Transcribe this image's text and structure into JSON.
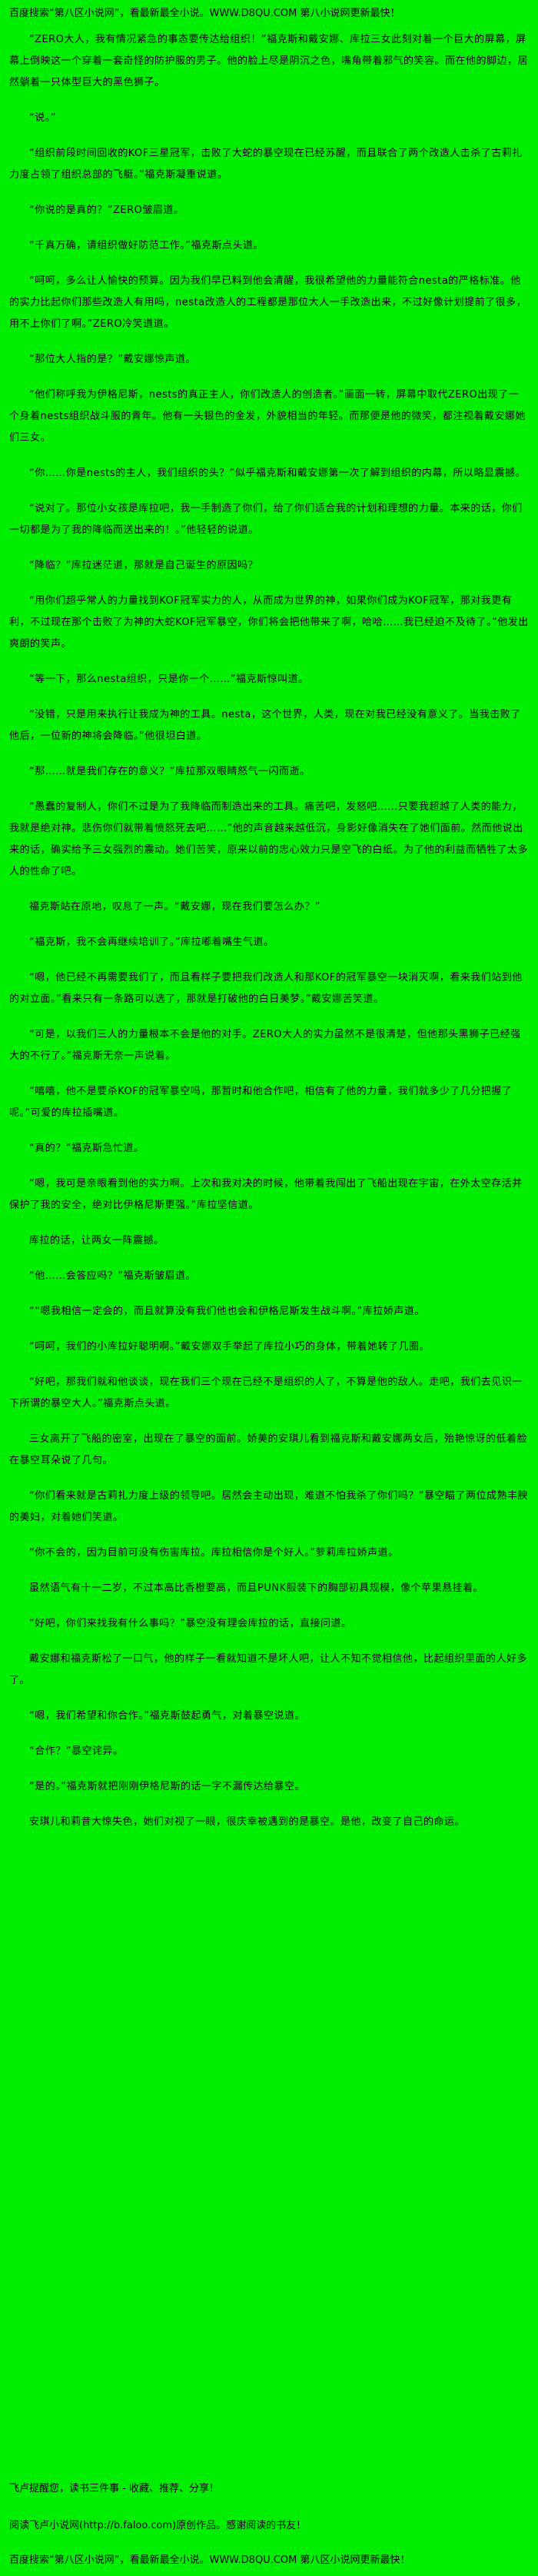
{
  "theme": {
    "background_color": "#00ee00",
    "text_color": "#000000"
  },
  "header": {
    "promo": "百度搜索“第八区小说网”，看最新最全小说。WWW.D8QU.COM 第八小说网更新最快！"
  },
  "content": {
    "paragraphs": [
      "“ZERO大人，我有情况紧急的事态要传达给组织！”福克斯和戴安娜、库拉三女此刻对着一个巨大的屏幕，屏幕上倒映这一个穿着一套奇怪的防护服的男子。他的脸上尽是阴沉之色，嘴角带着邪气的笑容。而在他的脚边，居然躺着一只体型巨大的黑色狮子。",
      "“说。”",
      "“组织前段时间回收的KOF三星冠军，击败了大蛇的暴空现在已经苏醒，而且联合了两个改造人击杀了古莉扎力度占领了组织总部的飞艇。”福克斯凝重说道。",
      "“你说的是真的？”ZERO皱眉道。",
      "“千真万确，请组织做好防范工作。”福克斯点头道。",
      "“呵呵，多么让人愉快的预算。因为我们早已料到他会清醒，我很希望他的力量能符合nesta的严格标准。他的实力比起你们那些改造人有用吗，nesta改造人的工程都是那位大人一手改造出来，不过好像计划提前了很多，用不上你们了啊。”ZERO冷笑道道。",
      "“那位大人指的是？”戴安娜惊声道。",
      "“他们称呼我为伊格尼斯，nests的真正主人，你们改造人的创造者。”画面一转，屏幕中取代ZERO出现了一个身着nests组织战斗服的青年。他有一头银色的金发，外貌相当的年轻。而那便是他的微笑，都注视着戴安娜她们三女。",
      "“你……你是nests的主人，我们组织的头？”似乎福克斯和戴安娜第一次了解到组织的内幕，所以略显震撼。",
      "“说对了。那位小女孩是库拉吧，我一手制造了你们，给了你们适合我的计划和理想的力量。本来的话，你们一切都是为了我的降临而送出来的！。”他轻轻的说道。",
      "“降临？”库拉迷茫道，那就是自己诞生的原因吗？",
      "“用你们超乎常人的力量找到KOF冠军实力的人，从而成为世界的神，如果你们成为KOF冠军，那对我更有利，不过现在那个击败了为神的大蛇KOF冠军暴空，你们将会把他带来了啊，哈哈……我已经迫不及待了。”他发出爽朗的笑声。",
      "“等一下，那么nesta组织，只是你一个……”福克斯惊叫道。",
      "“没错，只是用来执行让我成为神的工具。nesta，这个世界，人类，现在对我已经没有意义了。当我击败了他后，一位新的神将会降临。”他很坦白道。",
      "“那……就是我们存在的意义？”库拉那双眼睛怒气一闪而逝。",
      "“愚蠢的复制人，你们不过是为了我降临而制造出来的工具。痛苦吧，发怒吧……只要我超越了人类的能力，我就是绝对神。悲伤你们就带着愤怒死去吧……”他的声音越来越低沉，身影好像消失在了她们面前。然而他说出来的话，确实给予三女强烈的震动。她们苦笑，原来以前的忠心效力只是空飞的白纸。为了他的利益而牺牲了太多人的性命了吧。",
      "福克斯站在原地，叹息了一声。“戴安娜，现在我们要怎么办？”",
      "“福克斯，我不会再继续培训了。”库拉嘟着嘴生气道。",
      "“嗯，他已经不再需要我们了，而且看样子要把我们改造人和那KOF的冠军暴空一块消灭啊，看来我们站到他的对立面。”看来只有一条路可以选了，那就是打破他的白日美梦。”戴安娜苦笑道。",
      "“可是，以我们三人的力量根本不会是他的对手。ZERO大人的实力虽然不是很清楚，但他那头黑狮子已经强大的不行了。”福克斯无奈一声说着。",
      "“嘻嘻，他不是要杀KOF的冠军暴空吗，那暂时和他合作吧，相信有了他的力量，我们就多少了几分把握了呢。”可爱的库拉插嘴道。",
      "“真的？”福克斯急忙道。",
      "“嗯，我可是亲眼看到他的实力啊。上次和我对决的时候，他带着我闯出了飞船出现在宇宙，在外太空存活并保护了我的安全，绝对比伊格尼斯更强。”库拉坚信道。",
      "库拉的话，让两女一阵震撼。",
      "“他……会答应吗？”福克斯皱眉道。",
      "““嗯我相信一定会的，而且就算没有我们他也会和伊格尼斯发生战斗啊。”库拉娇声道。",
      "“呵呵，我们的小库拉好聪明啊。”戴安娜双手举起了库拉小巧的身体，带着她转了几圈。",
      "“好吧，那我们就和他谈谈，现在我们三个现在已经不是组织的人了，不算是他的敌人。走吧，我们去见识一下所谓的暴空大人。”福克斯点头道。",
      "三女离开了飞船的密室，出现在了暴空的面前。娇美的安琪儿看到福克斯和戴安娜两女后，殆艳惊讶的低着脸在暴空耳朵说了几句。",
      "“你们看来就是古莉扎力度上级的领导吧。居然会主动出现，难道不怕我杀了你们吗？”暴空瞄了两位成熟丰腴的美妇，对着她们笑道。",
      "“你不会的，因为目前可没有伤害库拉。库拉相信你是个好人。”萝莉库拉娇声道。",
      "虽然语气有十一二岁，不过本高比香橙要高，而且PUNK服装下的胸部初具规模，像个苹果悬挂着。",
      "“好吧，你们来找我有什么事吗？”暴空没有理会库拉的话，直接问道。",
      "戴安娜和福克斯松了一口气，他的样子一看就知道不是坏人吧，让人不知不觉相信他，比起组织里面的人好多了。",
      "“嗯，我们希望和你合作。”福克斯鼓起勇气，对着暴空说道。",
      "“合作？”暴空诧异。",
      "“是的。”福克斯就把刚刚伊格尼斯的话一字不漏传达给暴空。",
      "安琪儿和莉昔大惊失色，她们对视了一眼，很庆幸被遇到的是暴空。是他，改变了自己的命运。"
    ]
  },
  "footer": {
    "reminder": "飞卢提醒您，读书三件事 - 收藏、推荐、分享！",
    "source": "阅读飞卢小说网(http://b.faloo.com)原创作品。感谢阅读的书友！",
    "promo": "百度搜索“第八区小说网”，看最新最全小说。WWW.D8QU.COM 第八区小说网更新最快！"
  }
}
